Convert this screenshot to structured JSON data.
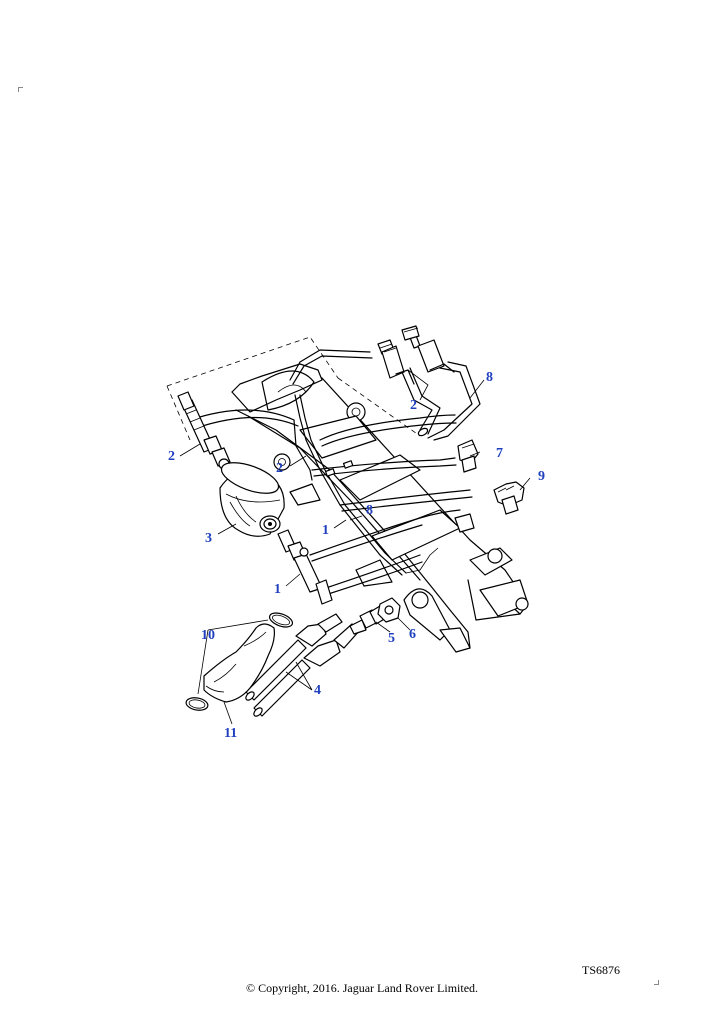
{
  "diagram": {
    "callouts": [
      {
        "id": "c1a",
        "label": "1"
      },
      {
        "id": "c1b",
        "label": "1"
      },
      {
        "id": "c2a",
        "label": "2"
      },
      {
        "id": "c2b",
        "label": "2"
      },
      {
        "id": "c2c",
        "label": "2"
      },
      {
        "id": "c3",
        "label": "3"
      },
      {
        "id": "c4",
        "label": "4"
      },
      {
        "id": "c5",
        "label": "5"
      },
      {
        "id": "c6",
        "label": "6"
      },
      {
        "id": "c7",
        "label": "7"
      },
      {
        "id": "c8a",
        "label": "8"
      },
      {
        "id": "c8b",
        "label": "8"
      },
      {
        "id": "c9",
        "label": "9"
      },
      {
        "id": "c10",
        "label": "10"
      },
      {
        "id": "c11",
        "label": "11"
      }
    ],
    "callout_color": "#1f3fbf",
    "drawing_code": "TS6876"
  },
  "footer": {
    "copyright": "© Copyright, 2016. Jaguar Land Rover Limited."
  }
}
